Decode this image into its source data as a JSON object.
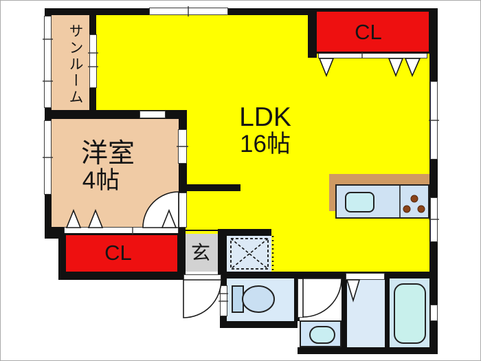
{
  "rooms": {
    "sunroom": {
      "label": "サンルーム"
    },
    "western_room": {
      "label": "洋室",
      "size": "4帖"
    },
    "ldk": {
      "label": "LDK",
      "size": "16帖"
    },
    "closet_upper": {
      "label": "CL"
    },
    "closet_lower": {
      "label": "CL"
    },
    "entrance": {
      "label": "玄"
    }
  },
  "palette": {
    "ldk_yellow": "#ffff00",
    "room_tan": "#f0cba5",
    "closet_red": "#ee1010",
    "entrance_gray": "#d2d2d2",
    "wall_black": "#111111",
    "wet_area_blue": "#d9eaf8",
    "fixture_blue": "#c9eef2",
    "counter_blue": "#cfe2f3",
    "kitchen_wood": "#cf9a63",
    "burner_brown": "#8a4318",
    "tub_blue": "#c8f0ec"
  },
  "fixtures": [
    "kitchen-counter",
    "kitchen-sink",
    "gas-stove",
    "washing-machine-pan",
    "toilet",
    "washbasin",
    "bathtub"
  ]
}
